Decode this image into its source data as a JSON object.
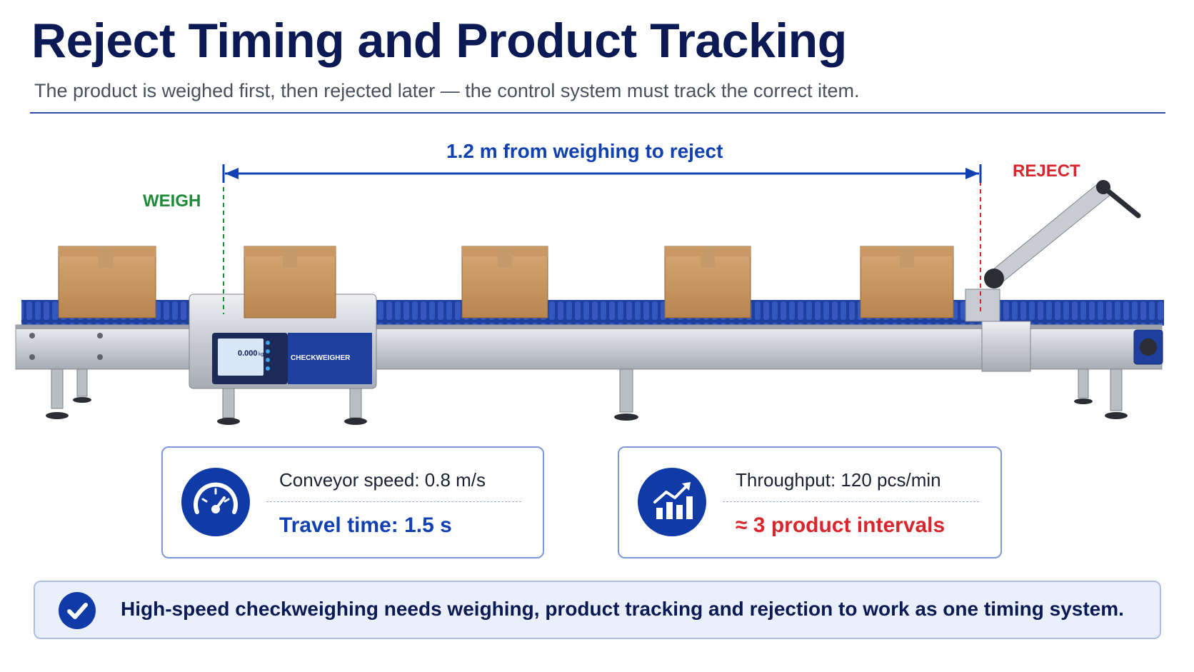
{
  "title": "Reject Timing and Product Tracking",
  "subtitle": "The product is weighed first, then rejected later — the control system must track the correct item.",
  "diagram": {
    "weigh_label": "WEIGH",
    "reject_label": "REJECT",
    "distance_label": "1.2 m from weighing to reject",
    "checkweigher_label": "CHECKWEIGHER",
    "screen_value": "0.000",
    "screen_unit": "kg"
  },
  "cards": [
    {
      "icon": "speedometer-icon",
      "line1": "Conveyor speed: 0.8 m/s",
      "line2": "Travel time: 1.5 s"
    },
    {
      "icon": "growth-chart-icon",
      "line1": "Throughput: 120 pcs/min",
      "line2": "≈ 3 product intervals"
    }
  ],
  "banner": {
    "icon": "check-icon",
    "text": "High-speed checkweighing needs weighing, product tracking and rejection to work as one timing system."
  },
  "colors": {
    "navy": "#0b1a55",
    "blue": "#1140b0",
    "green": "#1e8a3a",
    "red": "#d8262c",
    "belt": "#1f3f9e"
  }
}
